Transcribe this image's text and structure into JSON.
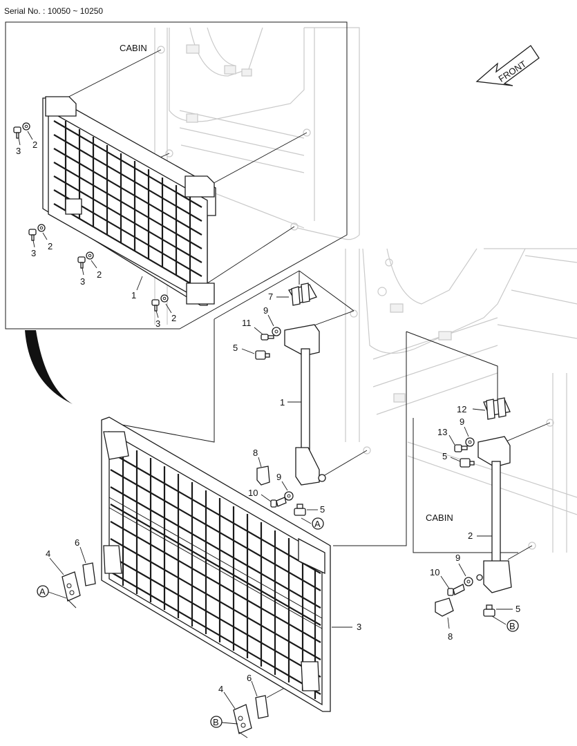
{
  "header": {
    "serial": "Serial No. : 10050 ~ 10250"
  },
  "direction_label": "FRONT",
  "cabin_labels": [
    "CABIN",
    "CABIN"
  ],
  "detail_refs": [
    "A",
    "A",
    "B",
    "B"
  ],
  "callouts": {
    "inset": [
      "3",
      "2",
      "3",
      "2",
      "3",
      "2",
      "1",
      "3",
      "2"
    ],
    "main_post": [
      "7",
      "11",
      "9",
      "5",
      "1",
      "8",
      "9",
      "10",
      "5"
    ],
    "right_post": [
      "12",
      "9",
      "13",
      "5",
      "2",
      "9",
      "10",
      "8",
      "5"
    ],
    "screen": [
      "3",
      "4",
      "6",
      "4",
      "6"
    ]
  },
  "colors": {
    "line": "#1a1a1a",
    "cabin_outline": "#c9c9c9"
  }
}
